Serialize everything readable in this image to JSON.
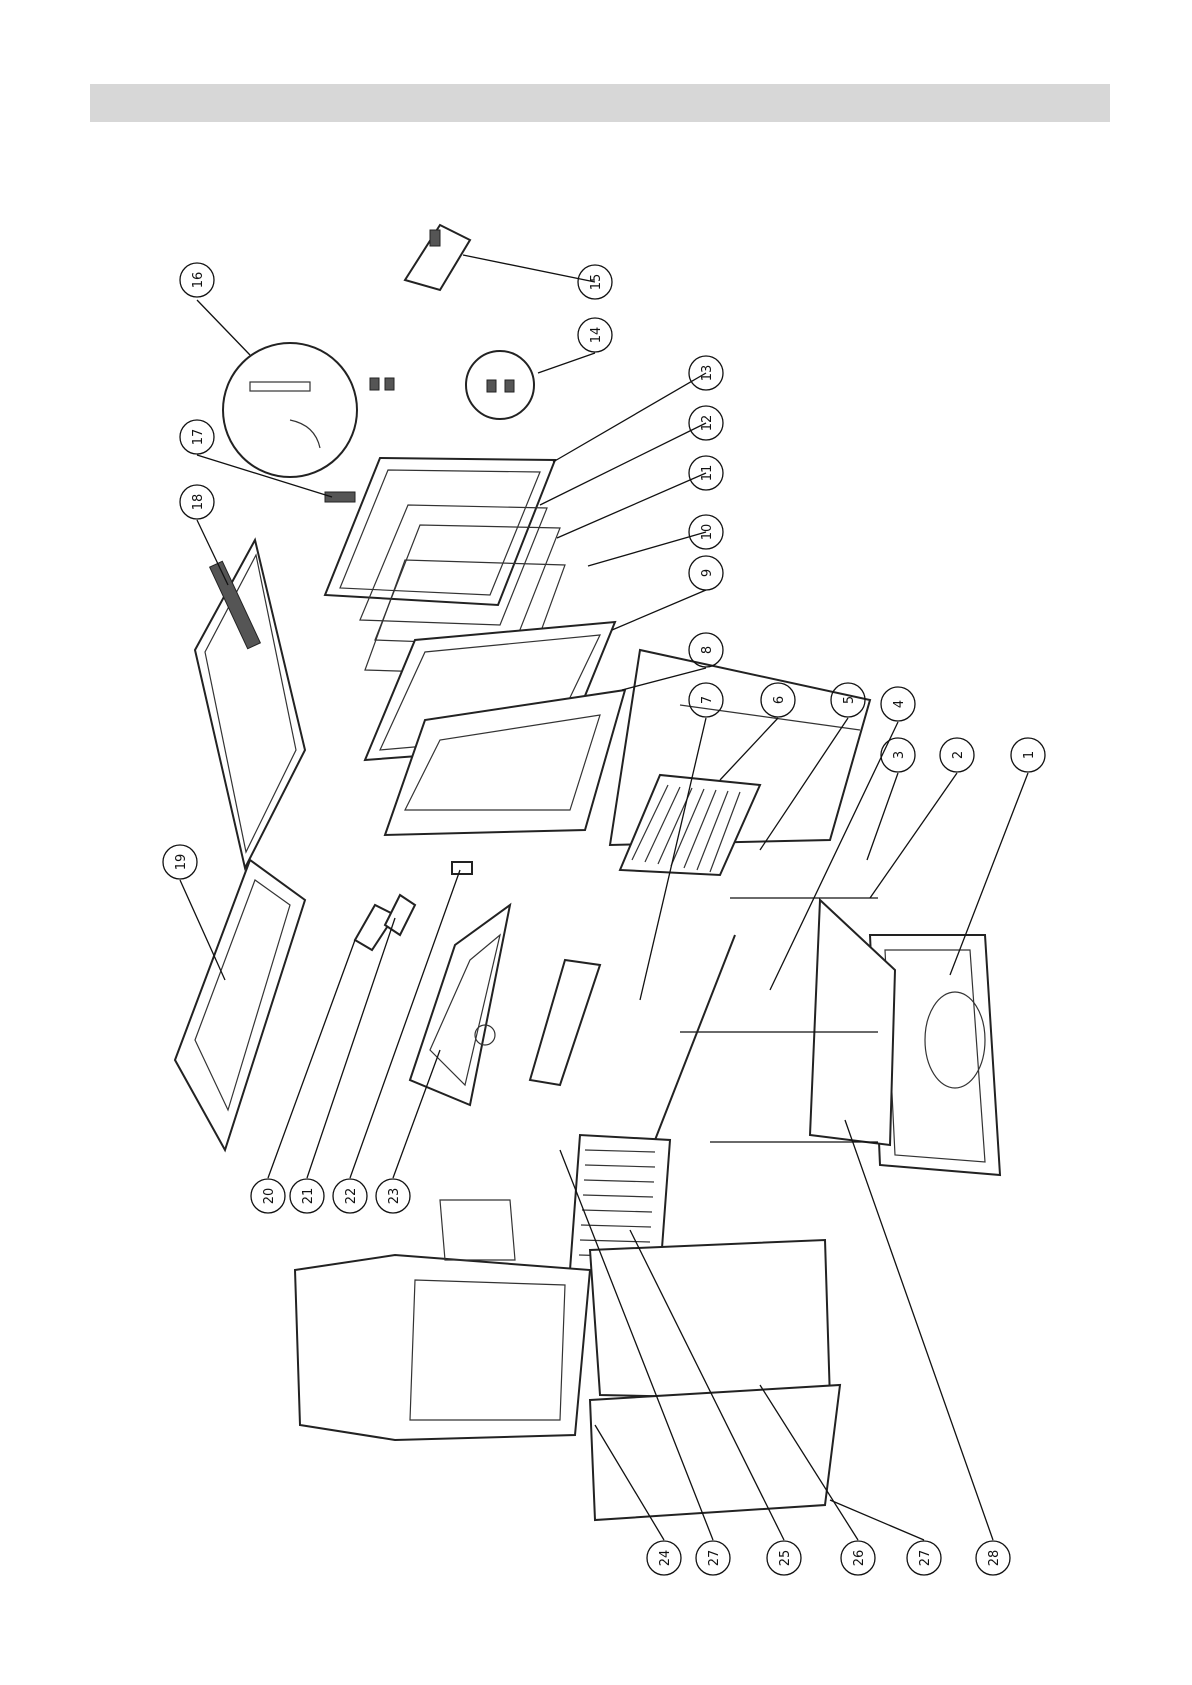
{
  "header": {
    "title": ""
  },
  "callouts": [
    "1",
    "2",
    "3",
    "4",
    "5",
    "6",
    "7",
    "8",
    "9",
    "10",
    "11",
    "12",
    "13",
    "14",
    "15",
    "16",
    "17",
    "18",
    "19",
    "20",
    "21",
    "22",
    "23",
    "24",
    "25",
    "26",
    "27",
    "27",
    "28"
  ],
  "colors": {
    "header_bar": "#d7d7d7",
    "line": "#111111"
  }
}
